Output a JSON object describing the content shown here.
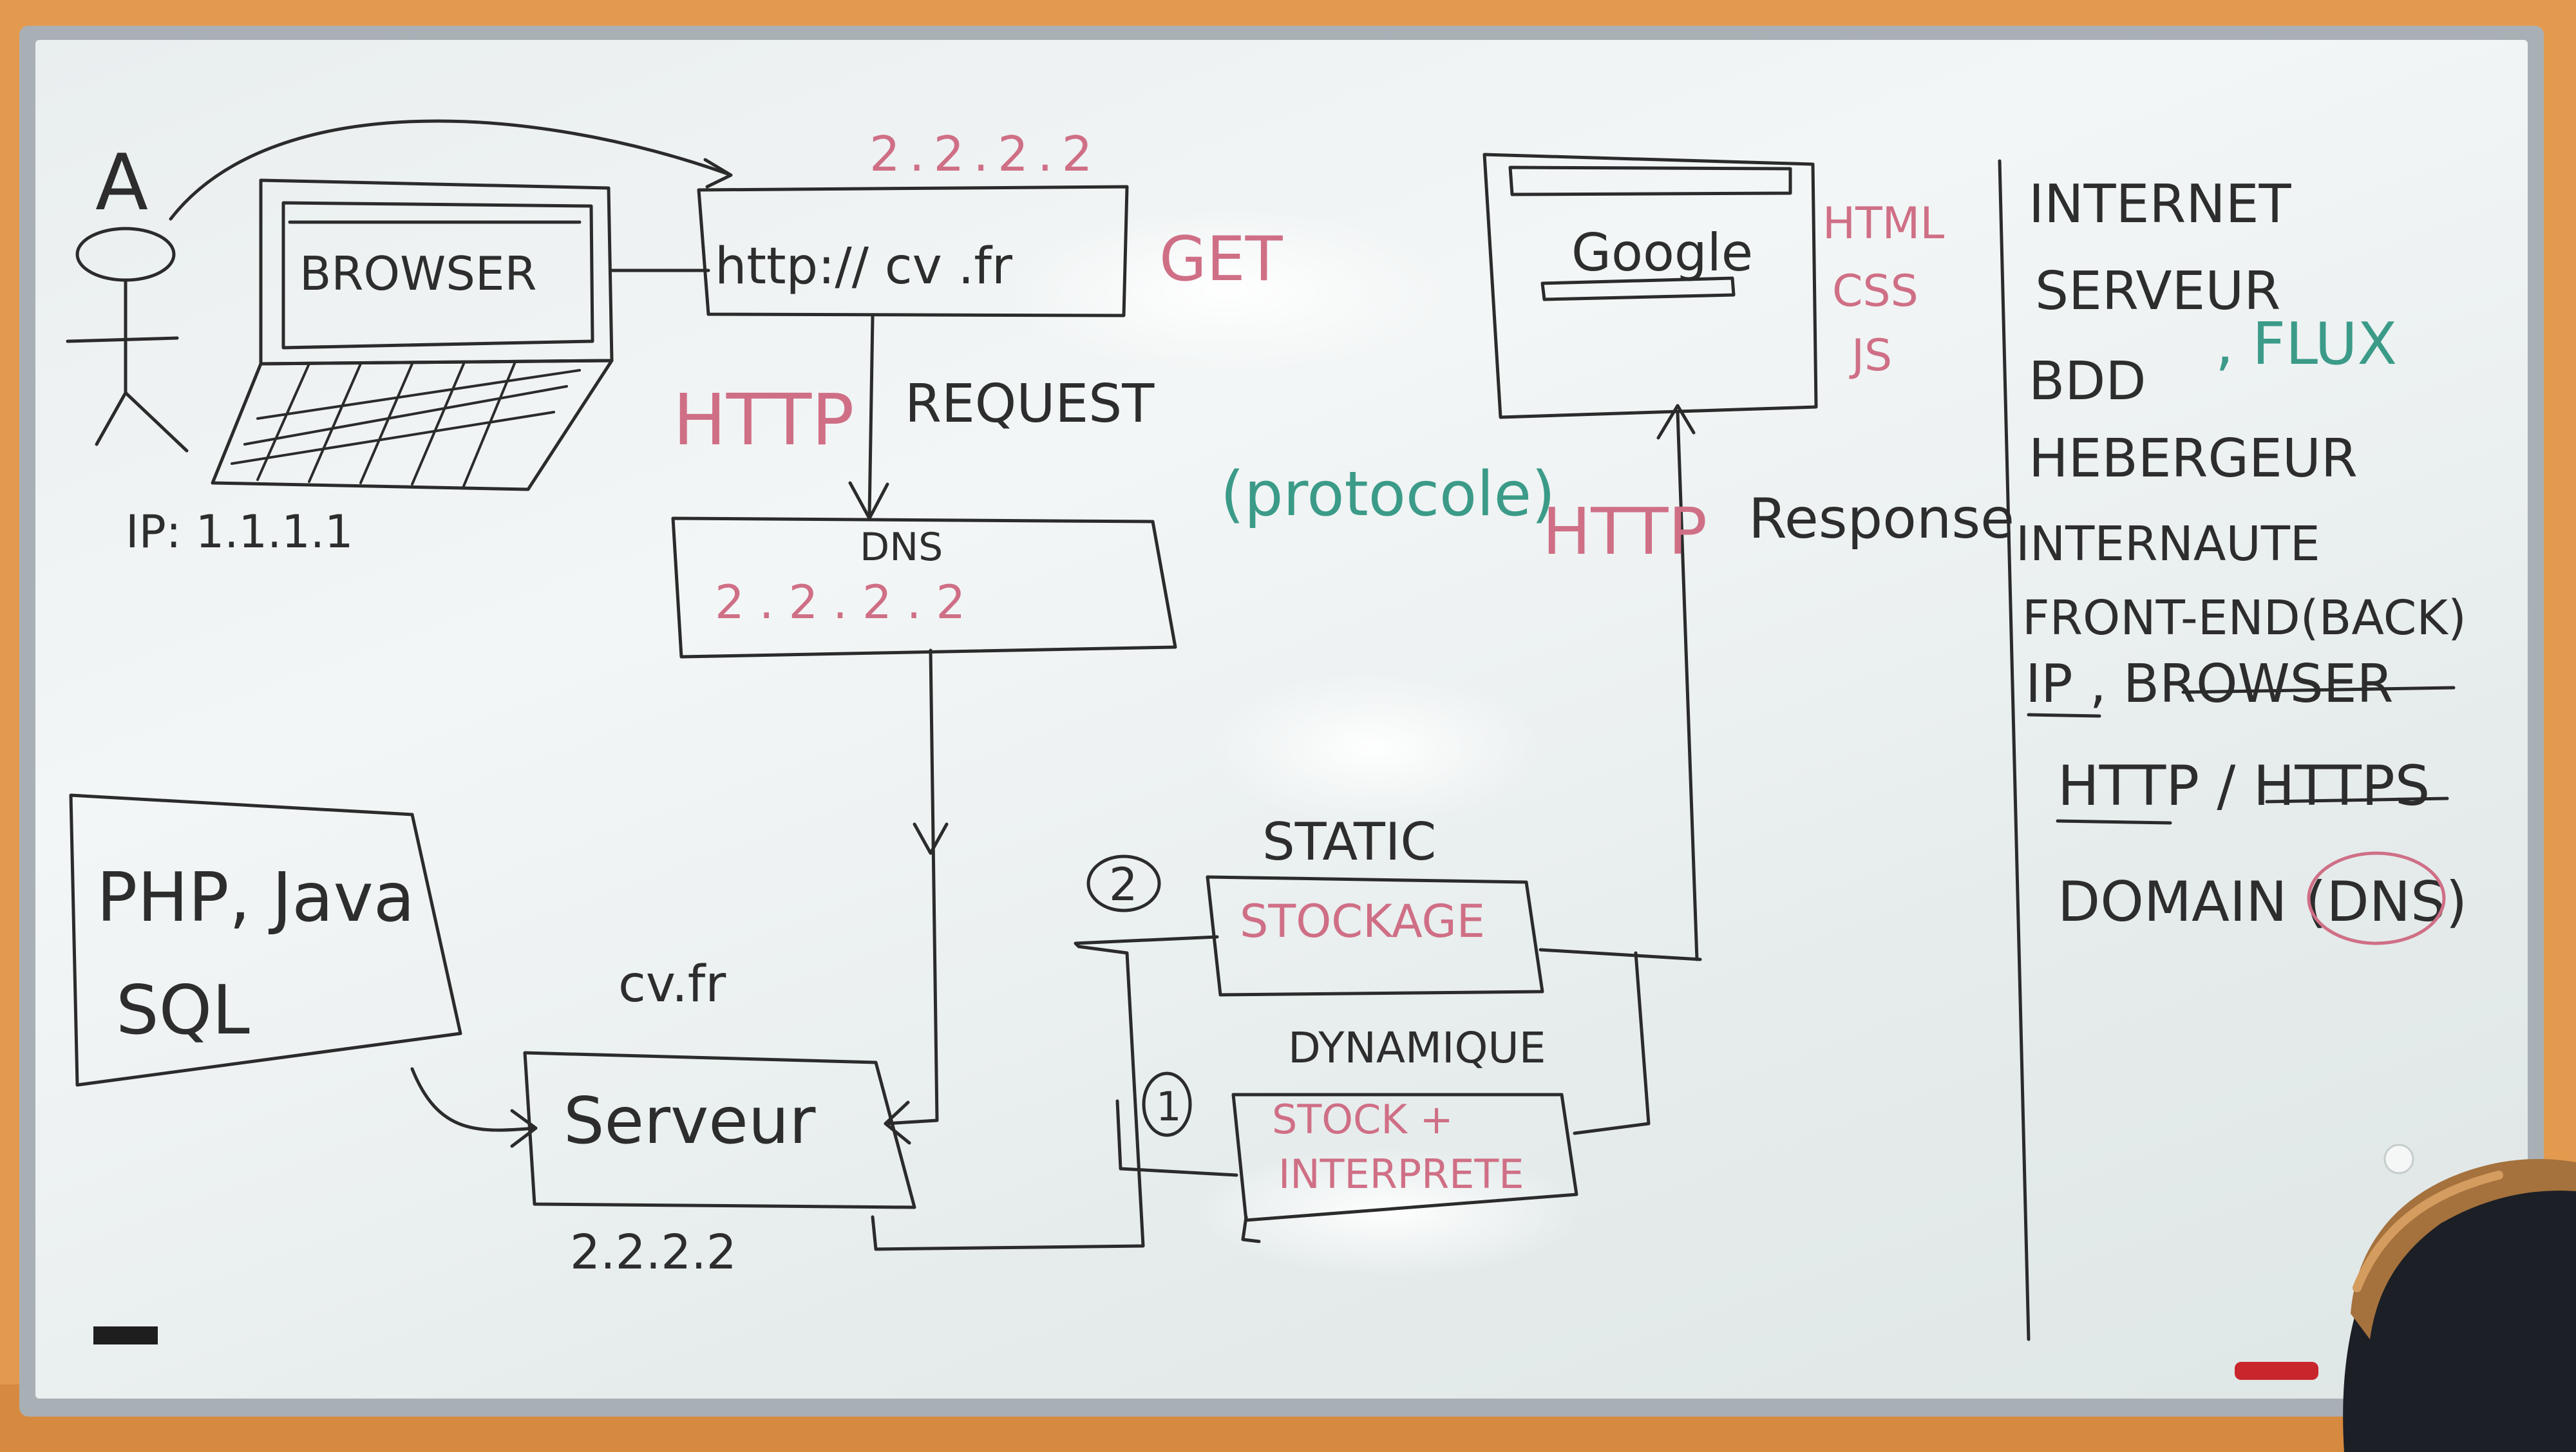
{
  "board": {
    "actor_letter": "A",
    "laptop_label": "BROWSER",
    "ip_label": "IP: 1.1.1.1",
    "url_text": "http:// cv .fr",
    "url_ip": "2.2.2.2",
    "get_label": "GET",
    "http_request_red": "HTTP",
    "http_request_black": "REQUEST",
    "dns_title": "DNS",
    "dns_ip": "2 . 2 . 2 . 2",
    "protocole": "(protocole)",
    "google_label": "Google",
    "web_langs": [
      "HTML",
      "CSS",
      "JS"
    ],
    "http_response_red": "HTTP",
    "http_response_black": "Response",
    "languages_line1": "PHP, Java",
    "languages_line2": "SQL",
    "server_domain": "cv.fr",
    "server_label": "Serveur",
    "server_ip": "2.2.2.2",
    "static_title": "STATIC",
    "static_box": "STOCKAGE",
    "static_number": "2",
    "dynamic_title": "DYNAMIQUE",
    "dynamic_box_line1": "STOCK +",
    "dynamic_box_line2": "INTERPRETE",
    "dynamic_number": "1"
  },
  "glossary": [
    {
      "text": "INTERNET",
      "color": "#2d2d2d"
    },
    {
      "text": "SERVEUR",
      "color": "#2d2d2d"
    },
    {
      "text": "BDD",
      "color": "#2d2d2d",
      "extra": ", FLUX",
      "extra_color": "#3b9b88"
    },
    {
      "text": "HEBERGEUR",
      "color": "#2d2d2d"
    },
    {
      "text": "INTERNAUTE",
      "color": "#2d2d2d"
    },
    {
      "text": "FRONT-END(BACK)",
      "color": "#2d2d2d"
    },
    {
      "text": "IP , BROWSER",
      "color": "#2d2d2d"
    },
    {
      "text": "HTTP / HTTPS",
      "color": "#2d2d2d"
    },
    {
      "text": "DOMAIN (DNS)",
      "color": "#2d2d2d"
    }
  ],
  "colors": {
    "wall": "#e39a4e",
    "board": "#eef2f2",
    "ink_black": "#2d2d2d",
    "ink_red": "#cf6f86",
    "ink_teal": "#3b9b88"
  }
}
